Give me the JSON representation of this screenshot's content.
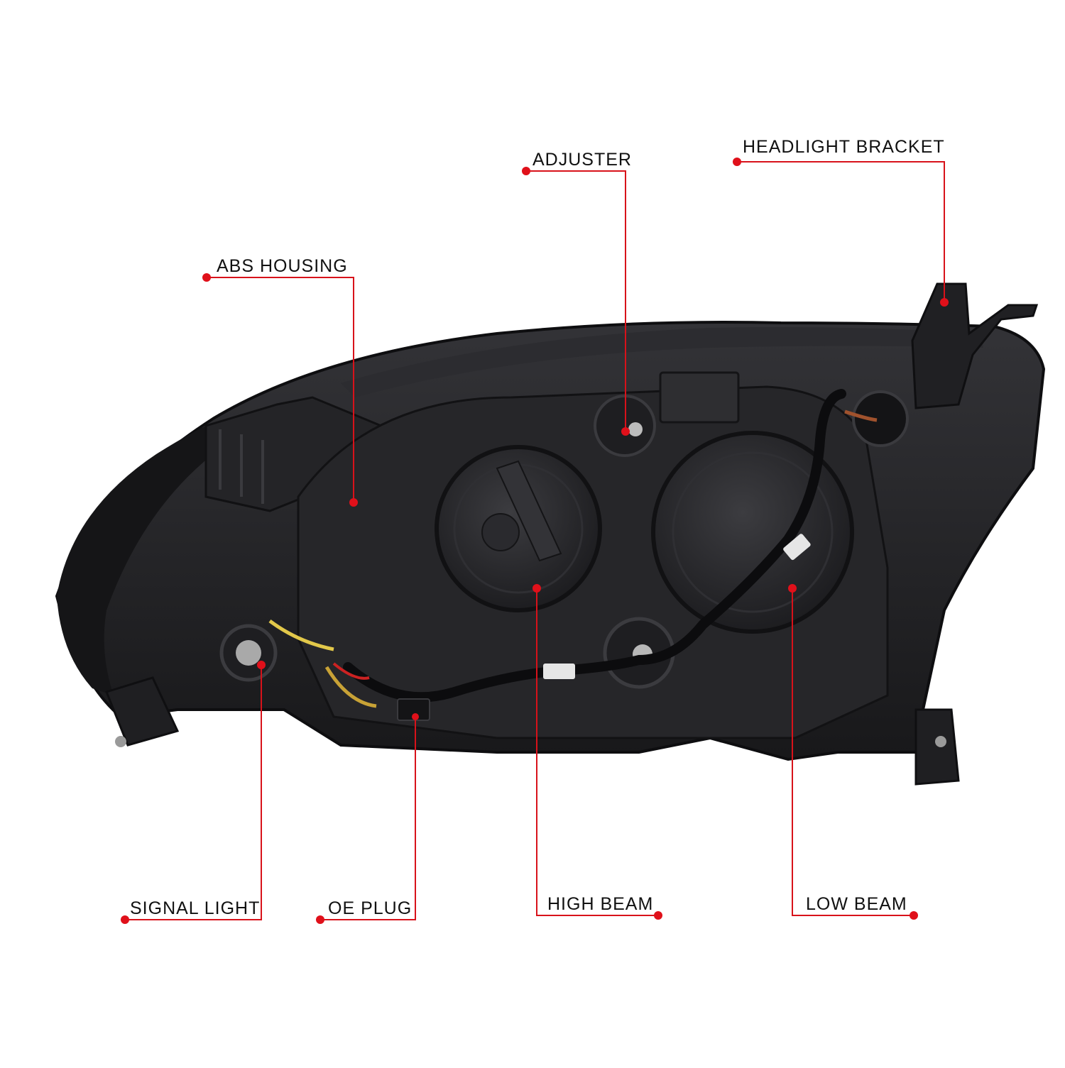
{
  "diagram": {
    "callouts": [
      {
        "id": "headlight-bracket",
        "label": "HEADLIGHT BRACKET"
      },
      {
        "id": "adjuster",
        "label": "ADJUSTER"
      },
      {
        "id": "abs-housing",
        "label": "ABS HOUSING"
      },
      {
        "id": "signal-light",
        "label": "SIGNAL LIGHT"
      },
      {
        "id": "oe-plug",
        "label": "OE PLUG"
      },
      {
        "id": "high-beam",
        "label": "HIGH BEAM"
      },
      {
        "id": "low-beam",
        "label": "LOW BEAM"
      }
    ]
  },
  "colors": {
    "callout_line": "#d8121a",
    "callout_dot": "#e0101a",
    "housing_dark": "#1b1b1d",
    "housing_mid": "#2a2a2d",
    "housing_light": "#3a3a3e",
    "background": "#ffffff"
  }
}
